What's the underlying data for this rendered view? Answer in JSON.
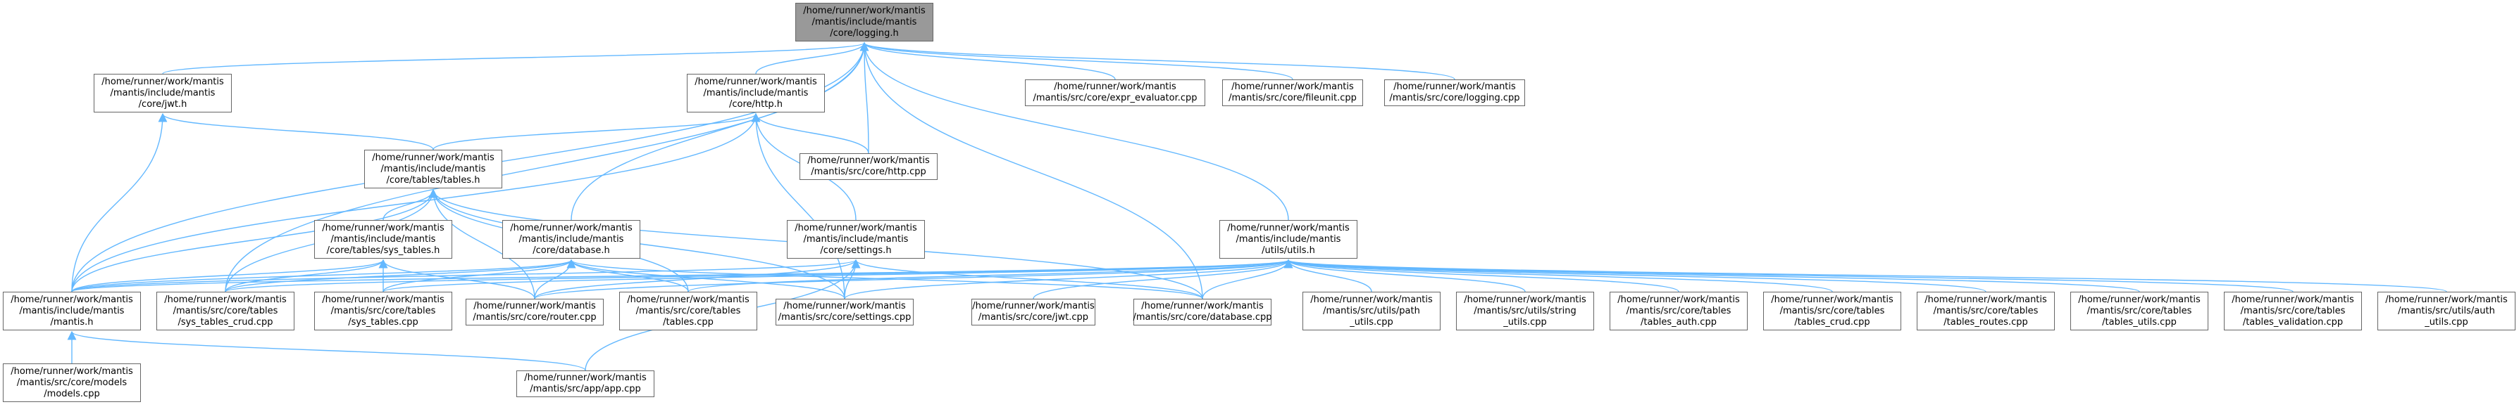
{
  "colors": {
    "edge": "#63b8ff",
    "node_border": "#666666",
    "focus_fill": "#999999"
  },
  "nodes": [
    {
      "id": "logging_h",
      "lines": [
        "/home/runner/work/mantis",
        "/mantis/include/mantis",
        "/core/logging.h"
      ],
      "focus": true
    },
    {
      "id": "jwt_h",
      "lines": [
        "/home/runner/work/mantis",
        "/mantis/include/mantis",
        "/core/jwt.h"
      ]
    },
    {
      "id": "http_h",
      "lines": [
        "/home/runner/work/mantis",
        "/mantis/include/mantis",
        "/core/http.h"
      ]
    },
    {
      "id": "expr_cpp",
      "lines": [
        "/home/runner/work/mantis",
        "/mantis/src/core/expr_evaluator.cpp"
      ]
    },
    {
      "id": "fileunit_cpp",
      "lines": [
        "/home/runner/work/mantis",
        "/mantis/src/core/fileunit.cpp"
      ]
    },
    {
      "id": "logging_cpp",
      "lines": [
        "/home/runner/work/mantis",
        "/mantis/src/core/logging.cpp"
      ]
    },
    {
      "id": "tables_h",
      "lines": [
        "/home/runner/work/mantis",
        "/mantis/include/mantis",
        "/core/tables/tables.h"
      ]
    },
    {
      "id": "http_cpp",
      "lines": [
        "/home/runner/work/mantis",
        "/mantis/src/core/http.cpp"
      ]
    },
    {
      "id": "sys_tables_h",
      "lines": [
        "/home/runner/work/mantis",
        "/mantis/include/mantis",
        "/core/tables/sys_tables.h"
      ]
    },
    {
      "id": "database_h",
      "lines": [
        "/home/runner/work/mantis",
        "/mantis/include/mantis",
        "/core/database.h"
      ]
    },
    {
      "id": "settings_h",
      "lines": [
        "/home/runner/work/mantis",
        "/mantis/include/mantis",
        "/core/settings.h"
      ]
    },
    {
      "id": "utils_h",
      "lines": [
        "/home/runner/work/mantis",
        "/mantis/include/mantis",
        "/utils/utils.h"
      ]
    },
    {
      "id": "mantis_h",
      "lines": [
        "/home/runner/work/mantis",
        "/mantis/include/mantis",
        "/mantis.h"
      ]
    },
    {
      "id": "sys_tables_crud_cpp",
      "lines": [
        "/home/runner/work/mantis",
        "/mantis/src/core/tables",
        "/sys_tables_crud.cpp"
      ]
    },
    {
      "id": "sys_tables_cpp",
      "lines": [
        "/home/runner/work/mantis",
        "/mantis/src/core/tables",
        "/sys_tables.cpp"
      ]
    },
    {
      "id": "router_cpp",
      "lines": [
        "/home/runner/work/mantis",
        "/mantis/src/core/router.cpp"
      ]
    },
    {
      "id": "tables_cpp",
      "lines": [
        "/home/runner/work/mantis",
        "/mantis/src/core/tables",
        "/tables.cpp"
      ]
    },
    {
      "id": "settings_cpp",
      "lines": [
        "/home/runner/work/mantis",
        "/mantis/src/core/settings.cpp"
      ]
    },
    {
      "id": "jwt_cpp",
      "lines": [
        "/home/runner/work/mantis",
        "/mantis/src/core/jwt.cpp"
      ]
    },
    {
      "id": "database_cpp",
      "lines": [
        "/home/runner/work/mantis",
        "/mantis/src/core/database.cpp"
      ]
    },
    {
      "id": "path_utils_cpp",
      "lines": [
        "/home/runner/work/mantis",
        "/mantis/src/utils/path",
        "_utils.cpp"
      ]
    },
    {
      "id": "string_utils_cpp",
      "lines": [
        "/home/runner/work/mantis",
        "/mantis/src/utils/string",
        "_utils.cpp"
      ]
    },
    {
      "id": "tables_auth_cpp",
      "lines": [
        "/home/runner/work/mantis",
        "/mantis/src/core/tables",
        "/tables_auth.cpp"
      ]
    },
    {
      "id": "tables_crud_cpp",
      "lines": [
        "/home/runner/work/mantis",
        "/mantis/src/core/tables",
        "/tables_crud.cpp"
      ]
    },
    {
      "id": "tables_routes_cpp",
      "lines": [
        "/home/runner/work/mantis",
        "/mantis/src/core/tables",
        "/tables_routes.cpp"
      ]
    },
    {
      "id": "tables_utils_cpp",
      "lines": [
        "/home/runner/work/mantis",
        "/mantis/src/core/tables",
        "/tables_utils.cpp"
      ]
    },
    {
      "id": "tables_validation_cpp",
      "lines": [
        "/home/runner/work/mantis",
        "/mantis/src/core/tables",
        "/tables_validation.cpp"
      ]
    },
    {
      "id": "auth_utils_cpp",
      "lines": [
        "/home/runner/work/mantis",
        "/mantis/src/utils/auth",
        "_utils.cpp"
      ]
    },
    {
      "id": "models_cpp",
      "lines": [
        "/home/runner/work/mantis",
        "/mantis/src/core/models",
        "/models.cpp"
      ]
    },
    {
      "id": "app_cpp",
      "lines": [
        "/home/runner/work/mantis",
        "/mantis/src/app/app.cpp"
      ]
    }
  ],
  "edges": [
    [
      "jwt_h",
      "logging_h"
    ],
    [
      "http_h",
      "logging_h"
    ],
    [
      "expr_cpp",
      "logging_h"
    ],
    [
      "fileunit_cpp",
      "logging_h"
    ],
    [
      "logging_cpp",
      "logging_h"
    ],
    [
      "database_h",
      "logging_h"
    ],
    [
      "utils_h",
      "logging_h"
    ],
    [
      "mantis_h",
      "logging_h"
    ],
    [
      "http_cpp",
      "logging_h"
    ],
    [
      "database_cpp",
      "logging_h"
    ],
    [
      "sys_tables_crud_cpp",
      "logging_h"
    ],
    [
      "tables_h",
      "jwt_h"
    ],
    [
      "mantis_h",
      "jwt_h"
    ],
    [
      "tables_h",
      "http_h"
    ],
    [
      "http_cpp",
      "http_h"
    ],
    [
      "settings_h",
      "http_h"
    ],
    [
      "settings_cpp",
      "http_h"
    ],
    [
      "mantis_h",
      "http_h"
    ],
    [
      "sys_tables_h",
      "tables_h"
    ],
    [
      "mantis_h",
      "tables_h"
    ],
    [
      "router_cpp",
      "tables_h"
    ],
    [
      "tables_cpp",
      "tables_h"
    ],
    [
      "settings_cpp",
      "tables_h"
    ],
    [
      "sys_tables_crud_cpp",
      "tables_h"
    ],
    [
      "database_cpp",
      "tables_h"
    ],
    [
      "mantis_h",
      "sys_tables_h"
    ],
    [
      "sys_tables_crud_cpp",
      "sys_tables_h"
    ],
    [
      "sys_tables_cpp",
      "sys_tables_h"
    ],
    [
      "router_cpp",
      "sys_tables_h"
    ],
    [
      "mantis_h",
      "database_h"
    ],
    [
      "sys_tables_crud_cpp",
      "database_h"
    ],
    [
      "sys_tables_cpp",
      "database_h"
    ],
    [
      "router_cpp",
      "database_h"
    ],
    [
      "tables_cpp",
      "database_h"
    ],
    [
      "settings_cpp",
      "database_h"
    ],
    [
      "database_cpp",
      "database_h"
    ],
    [
      "mantis_h",
      "settings_h"
    ],
    [
      "router_cpp",
      "settings_h"
    ],
    [
      "settings_cpp",
      "settings_h"
    ],
    [
      "database_cpp",
      "settings_h"
    ],
    [
      "app_cpp",
      "settings_h"
    ],
    [
      "mantis_h",
      "utils_h"
    ],
    [
      "sys_tables_crud_cpp",
      "utils_h"
    ],
    [
      "sys_tables_cpp",
      "utils_h"
    ],
    [
      "router_cpp",
      "utils_h"
    ],
    [
      "tables_cpp",
      "utils_h"
    ],
    [
      "settings_cpp",
      "utils_h"
    ],
    [
      "jwt_cpp",
      "utils_h"
    ],
    [
      "database_cpp",
      "utils_h"
    ],
    [
      "path_utils_cpp",
      "utils_h"
    ],
    [
      "string_utils_cpp",
      "utils_h"
    ],
    [
      "tables_auth_cpp",
      "utils_h"
    ],
    [
      "tables_crud_cpp",
      "utils_h"
    ],
    [
      "tables_routes_cpp",
      "utils_h"
    ],
    [
      "tables_utils_cpp",
      "utils_h"
    ],
    [
      "tables_validation_cpp",
      "utils_h"
    ],
    [
      "auth_utils_cpp",
      "utils_h"
    ],
    [
      "models_cpp",
      "mantis_h"
    ],
    [
      "app_cpp",
      "mantis_h"
    ]
  ]
}
